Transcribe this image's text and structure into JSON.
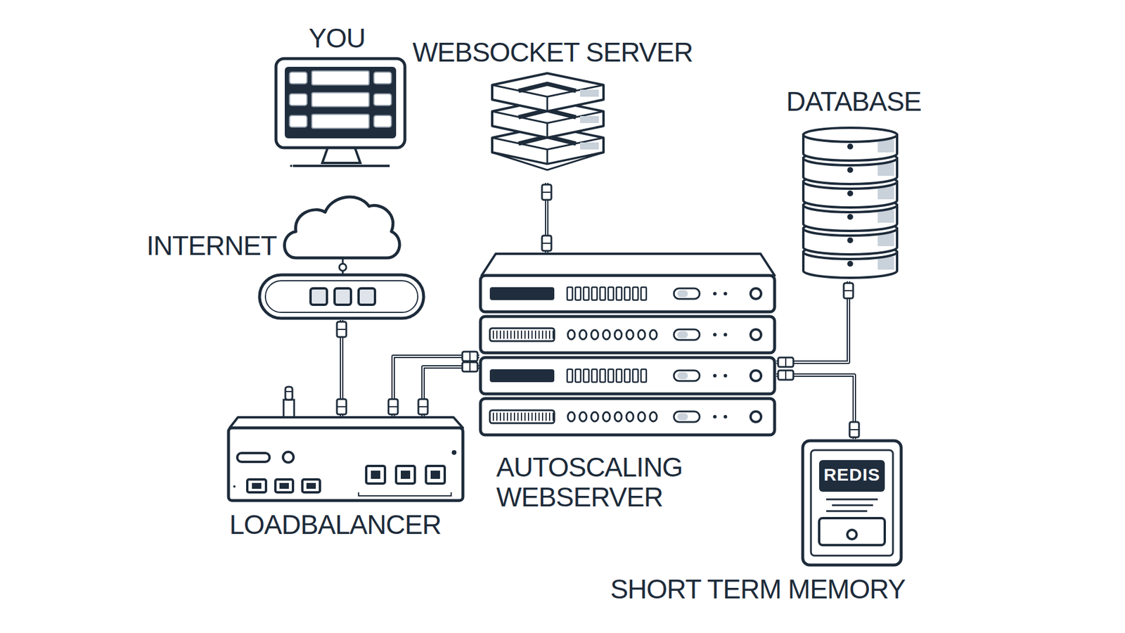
{
  "diagram": {
    "nodes": [
      {
        "text": [
          "YOU"
        ]
      },
      {
        "text": [
          "WEBSOCKET SERVER"
        ]
      },
      {
        "text": [
          "DATABASE"
        ]
      },
      {
        "text": [
          "INTERNET"
        ]
      },
      {
        "text": [
          "LOADBALANCER"
        ]
      },
      {
        "text": [
          "AUTOSCALING WEBSERVER"
        ]
      },
      {
        "text": [
          "REDIS",
          "SHORT TERM MEMORY"
        ]
      }
    ],
    "edges": [
      {
        "from": 3,
        "to": 4,
        "arrow": "none"
      },
      {
        "from": 4,
        "to": 5,
        "arrow": "none"
      },
      {
        "from": 4,
        "to": 5,
        "arrow": "none"
      },
      {
        "from": 5,
        "to": 1,
        "arrow": "none"
      },
      {
        "from": 5,
        "to": 2,
        "arrow": "none"
      },
      {
        "from": 5,
        "to": 6,
        "arrow": "none"
      }
    ]
  }
}
